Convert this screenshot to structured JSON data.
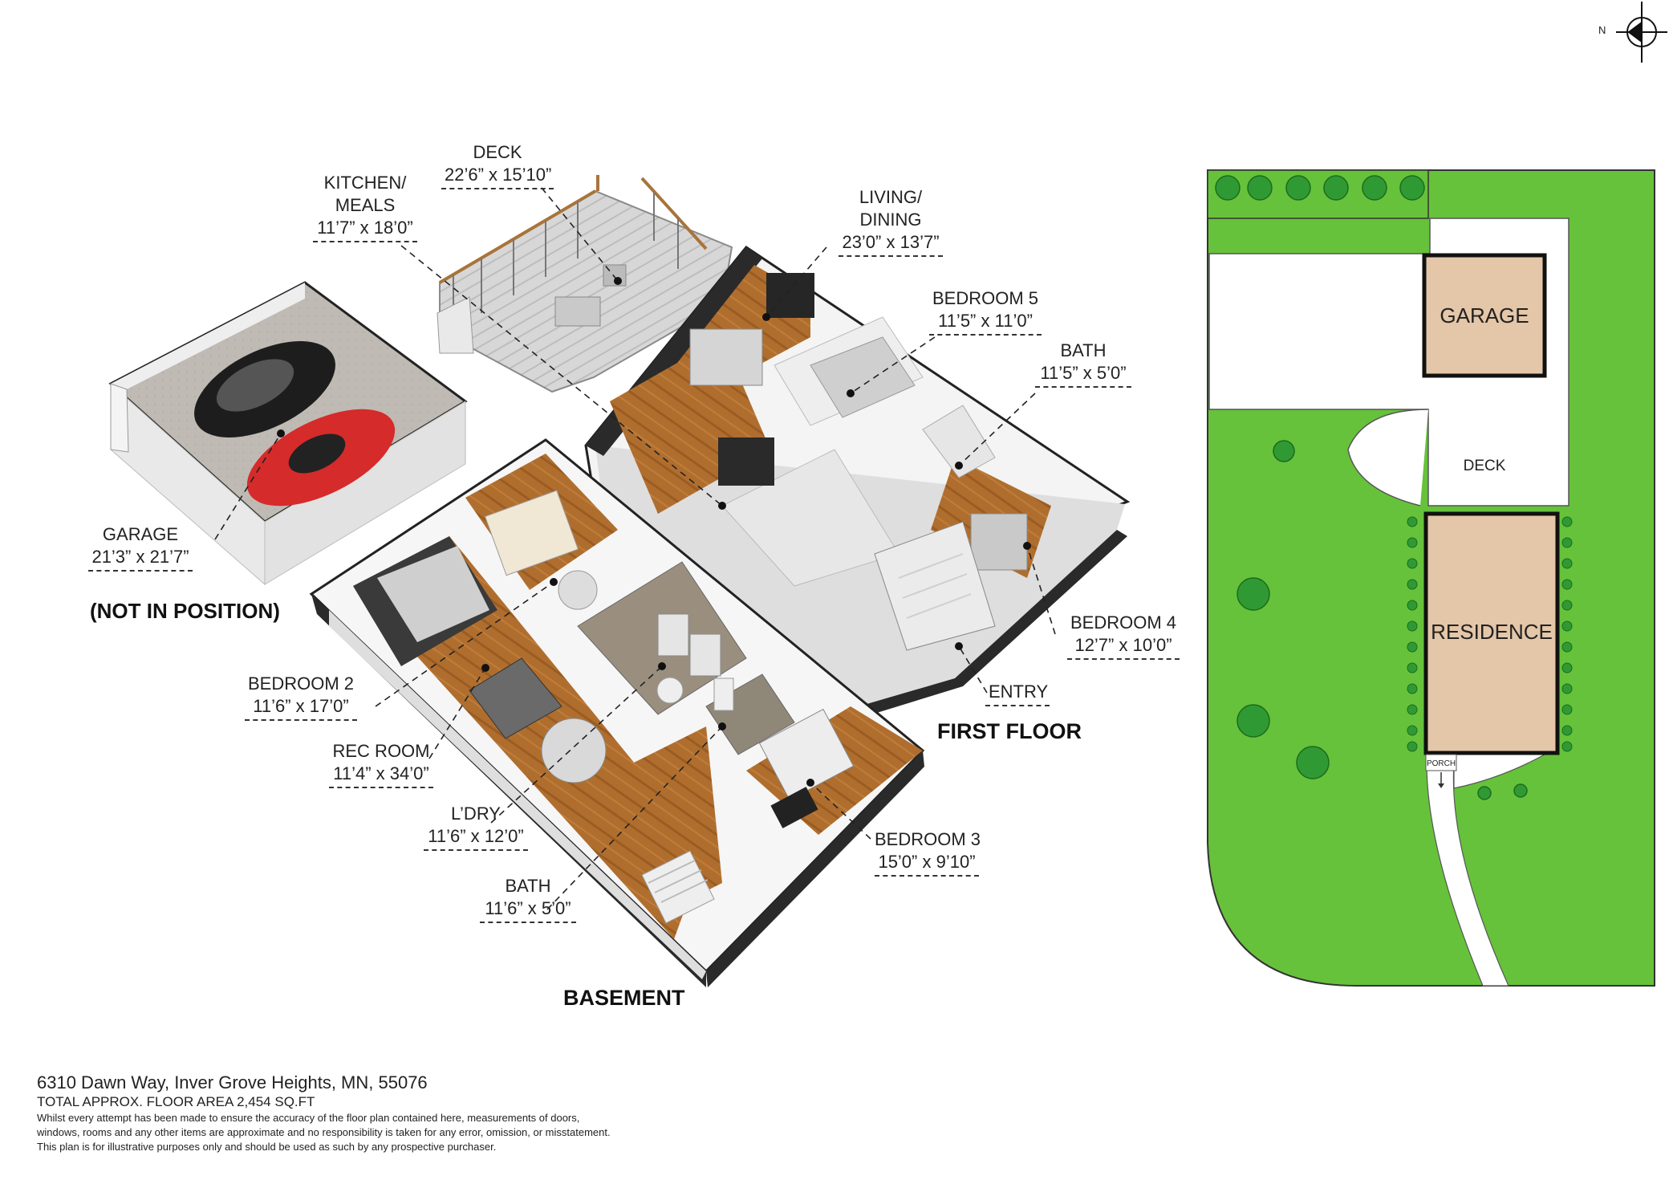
{
  "compass": {
    "label": "N"
  },
  "rooms": {
    "deck": {
      "name": "DECK",
      "dims": "22’6” x 15’10”"
    },
    "kitchen": {
      "name_line1": "KITCHEN/",
      "name_line2": "MEALS",
      "dims": "11’7” x 18’0”"
    },
    "living": {
      "name_line1": "LIVING/",
      "name_line2": "DINING",
      "dims": "23’0” x 13’7”"
    },
    "bedroom5": {
      "name": "BEDROOM 5",
      "dims": "11’5” x 11’0”"
    },
    "bath_first": {
      "name": "BATH",
      "dims": "11’5” x 5’0”"
    },
    "bedroom4": {
      "name": "BEDROOM 4",
      "dims": "12’7” x 10’0”"
    },
    "entry": {
      "name": "ENTRY"
    },
    "garage": {
      "name": "GARAGE",
      "dims": "21’3” x 21’7”",
      "note": "(NOT IN POSITION)"
    },
    "bedroom2": {
      "name": "BEDROOM 2",
      "dims": "11’6” x 17’0”"
    },
    "rec_room": {
      "name": "REC ROOM",
      "dims": "11’4” x 34’0”"
    },
    "laundry": {
      "name": "L’DRY",
      "dims": "11’6” x 12’0”"
    },
    "bath_basement": {
      "name": "BATH",
      "dims": "11’6” x 5’0”"
    },
    "bedroom3": {
      "name": "BEDROOM 3",
      "dims": "15’0” x 9’10”"
    }
  },
  "floors": {
    "first": "FIRST FLOOR",
    "basement": "BASEMENT"
  },
  "site_plan": {
    "garage": "GARAGE",
    "deck": "DECK",
    "residence": "RESIDENCE",
    "porch": "PORCH",
    "colors": {
      "lawn": "#66c23a",
      "building": "#e4c6a8",
      "paving": "#ffffff",
      "tree": "#2f9a33"
    }
  },
  "footer": {
    "address": "6310 Dawn Way, Inver Grove Heights, MN, 55076",
    "area": "TOTAL APPROX. FLOOR AREA 2,454 SQ.FT",
    "disclaimer_1": "Whilst every attempt has been made to ensure the accuracy of the floor plan contained here, measurements of doors,",
    "disclaimer_2": "windows, rooms and any other items are approximate and no responsibility is taken for any error, omission, or misstatement.",
    "disclaimer_3": "This plan is for illustrative purposes only and should be used as such by any prospective purchaser."
  }
}
